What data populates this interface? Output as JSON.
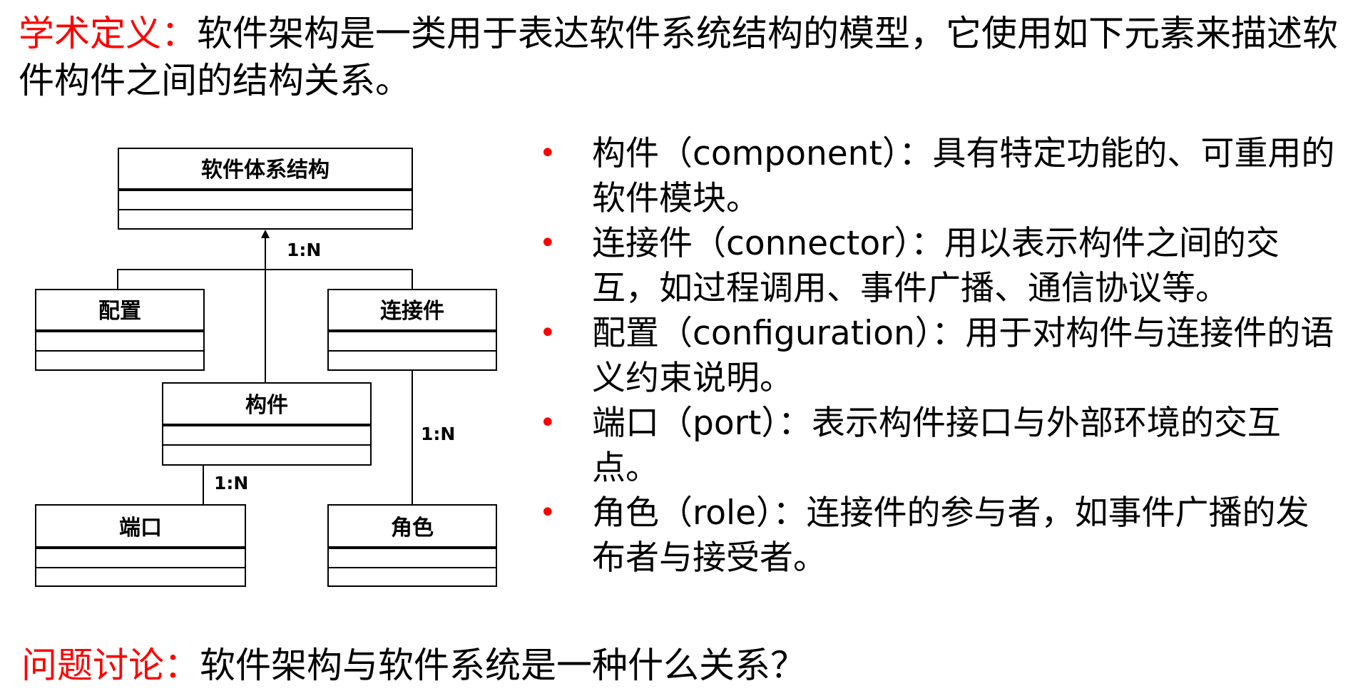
{
  "intro": {
    "label": "学术定义：",
    "text": "软件架构是一类用于表达软件系统结构的模型，它使用如下元素来描述软件构件之间的结构关系。"
  },
  "diagram": {
    "classes": {
      "architecture": "软件体系结构",
      "config": "配置",
      "connector": "连接件",
      "component": "构件",
      "port": "端口",
      "role": "角色"
    },
    "multiplicities": {
      "arch_link": "1:N",
      "connector_role": "1:N",
      "component_port": "1:N"
    }
  },
  "bullets": [
    {
      "text": "构件（component）：具有特定功能的、可重用的软件模块。"
    },
    {
      "text": "连接件（connector）：用以表示构件之间的交互，如过程调用、事件广播、通信协议等。"
    },
    {
      "text": "配置（configuration）：用于对构件与连接件的语义约束说明。"
    },
    {
      "text": "端口（port）：表示构件接口与外部环境的交互点。"
    },
    {
      "text": "角色（role）：连接件的参与者，如事件广播的发布者与接受者。"
    }
  ],
  "discussion": {
    "label": "问题讨论：",
    "text": "软件架构与软件系统是一种什么关系？"
  },
  "colors": {
    "accent": "#ff0000",
    "text": "#000000"
  }
}
